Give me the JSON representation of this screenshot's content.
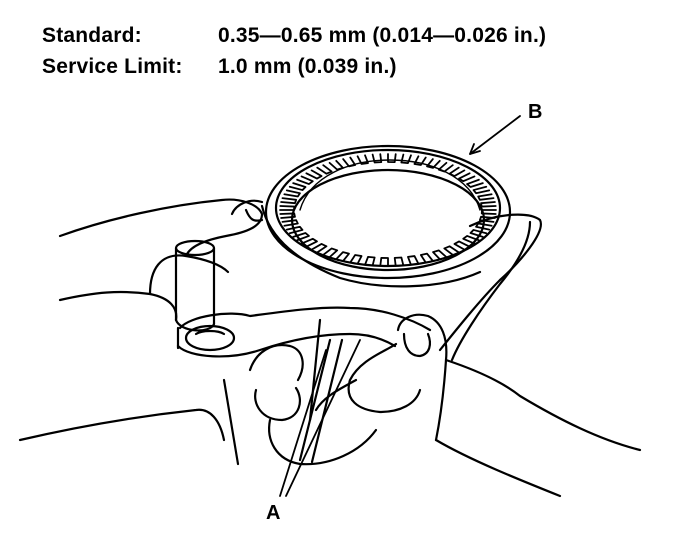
{
  "specs": {
    "standard_label": "Standard:",
    "standard_value": "0.35—0.65 mm (0.014—0.026 in.)",
    "service_limit_label": "Service Limit:",
    "service_limit_value": "1.0 mm (0.039 in.)"
  },
  "callouts": {
    "a": "A",
    "b": "B"
  },
  "icons": {
    "part_a": "feeler-gauge-icon",
    "part_b": "splined-clutch-hub-icon"
  },
  "colors": {
    "ink": "#000000",
    "paper": "#ffffff"
  }
}
